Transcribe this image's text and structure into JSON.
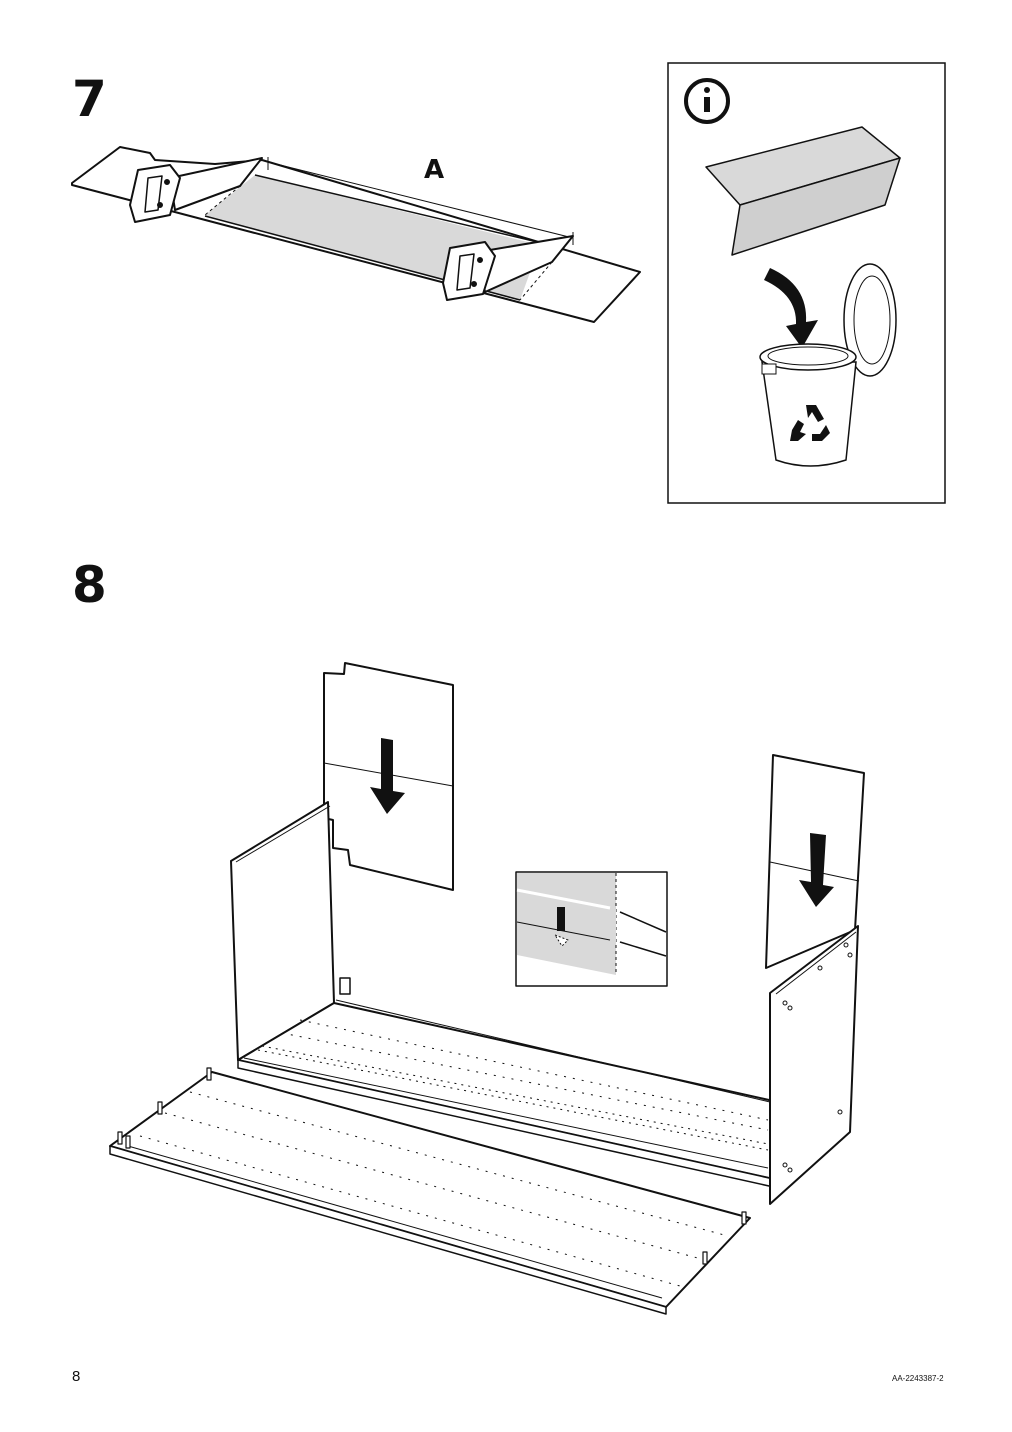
{
  "steps": {
    "step7": {
      "number": "7",
      "cut_label": "A"
    },
    "step8": {
      "number": "8"
    }
  },
  "info_panel": {
    "icon": "info-icon",
    "trash_icon": "recycle-icon"
  },
  "footer": {
    "page_number": "8",
    "document_code": "AA-2243387-2"
  },
  "colors": {
    "line": "#111111",
    "panel_fill": "#d9d9d9",
    "background": "#ffffff"
  }
}
